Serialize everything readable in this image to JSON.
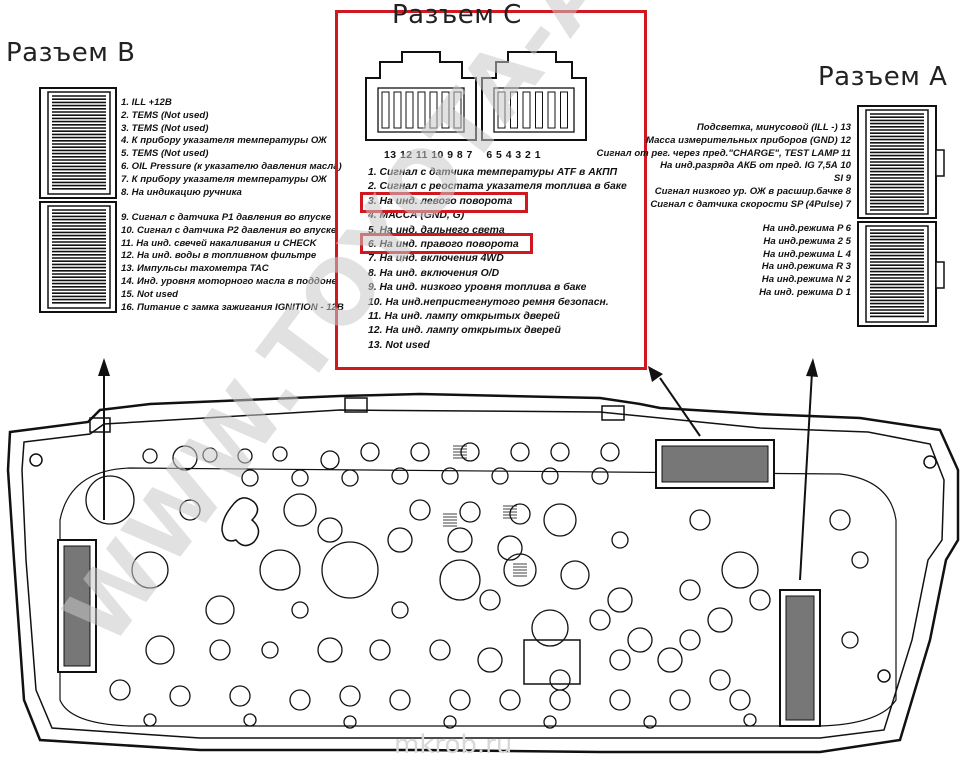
{
  "connector_b": {
    "title": "Разъем B",
    "pins_top": [
      "1. ILL +12В",
      "2. TEMS (Not used)",
      "3. TEMS (Not used)",
      "4. К прибору указателя температуры ОЖ",
      "5. TEMS (Not used)",
      "6. OIL Pressure (к указателю давления масла)",
      "7. К прибору указателя температуры ОЖ",
      "8. На индикацию ручника"
    ],
    "pins_bottom": [
      "9. Сигнал с датчика P1 давления во впуске",
      "10. Сигнал с датчика P2 давления во впуске",
      "11. На инд. свечей накаливания и CHECK",
      "12. На инд. воды в топливном фильтре",
      "13. Импульсы тахометра TAC",
      "14. Инд. уровня моторного масла в поддоне",
      "15. Not used",
      "16. Питание с замка зажигания IGNITION - 12В"
    ]
  },
  "connector_c": {
    "title": "Разъем C",
    "pin_numbers": "13 12 11 10 9 8 7    6 5 4 3 2 1",
    "pins": [
      "1. Сигнал с датчика температуры ATF в АКПП",
      "2. Сигнал с реостата указателя топлива в баке",
      "3. На инд. левого поворота",
      "4. МАССА (GND, G)",
      "5. На инд. дальнего света",
      "6. На инд. правого поворота",
      "7. На инд. включения 4WD",
      "8. На инд. включения O/D",
      "9. На инд. низкого уровня топлива в баке",
      "10. На инд.непристегнутого ремня безопасн.",
      "11. На инд. лампу открытых дверей",
      "12. На инд. лампу открытых дверей",
      "13. Not used"
    ]
  },
  "connector_a": {
    "title": "Разъем A",
    "pins_top": [
      "Подсветка, минусовой  (ILL -) 13",
      "Масса измерительных приборов (GND)  12",
      "Сигнал от рег. через пред.\"CHARGE\", TEST LAMP  11",
      "На инд.разряда АКБ от пред. IG 7,5А  10",
      "SI  9",
      "Сигнал низкого ур. ОЖ в расшир.бачке 8",
      "Сигнал с датчика скорости SP (4Pulse) 7"
    ],
    "pins_bottom": [
      "На инд.режима P  6",
      "На инд.режима 2  5",
      "На инд.режима L  4",
      "На инд.режима R  3",
      "На инд.режима N  2",
      "На инд. режима D  1"
    ]
  },
  "watermark": {
    "diagonal_text": "WWW.TOYOTA-ACE.RU",
    "footer_text": "mkrob.ru"
  },
  "colors": {
    "highlight": "#d01820",
    "ink": "#111111",
    "watermark": "#c8c8c8"
  }
}
